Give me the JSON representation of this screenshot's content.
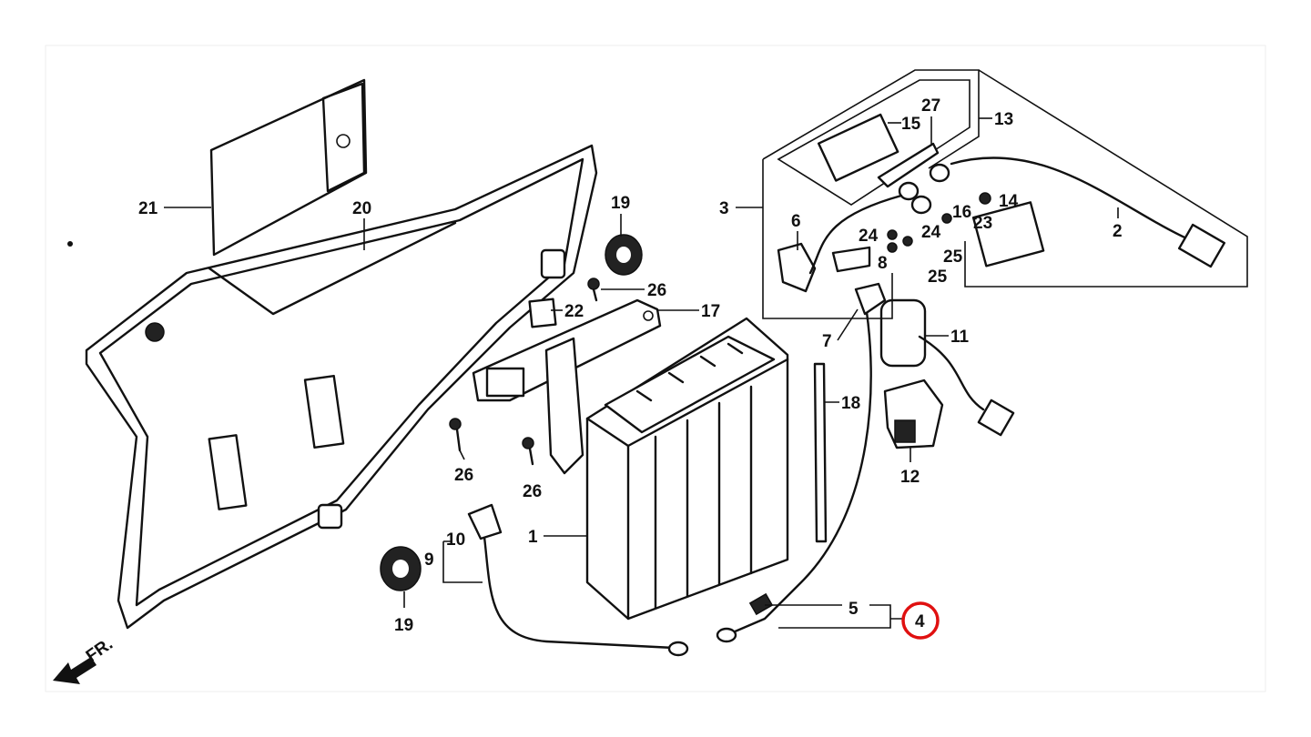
{
  "diagram": {
    "title": "Battery / side cover parts diagram",
    "front_arrow_label": "FR.",
    "highlight_color": "#e01010",
    "highlighted_callout": "4"
  },
  "callouts": [
    "21",
    "20",
    "19",
    "26",
    "22",
    "17",
    "3",
    "6",
    "15",
    "27",
    "13",
    "16",
    "14",
    "23",
    "24",
    "24",
    "25",
    "25",
    "2",
    "8",
    "7",
    "11",
    "18",
    "12",
    "26",
    "26",
    "1",
    "10",
    "9",
    "19",
    "5",
    "4"
  ]
}
